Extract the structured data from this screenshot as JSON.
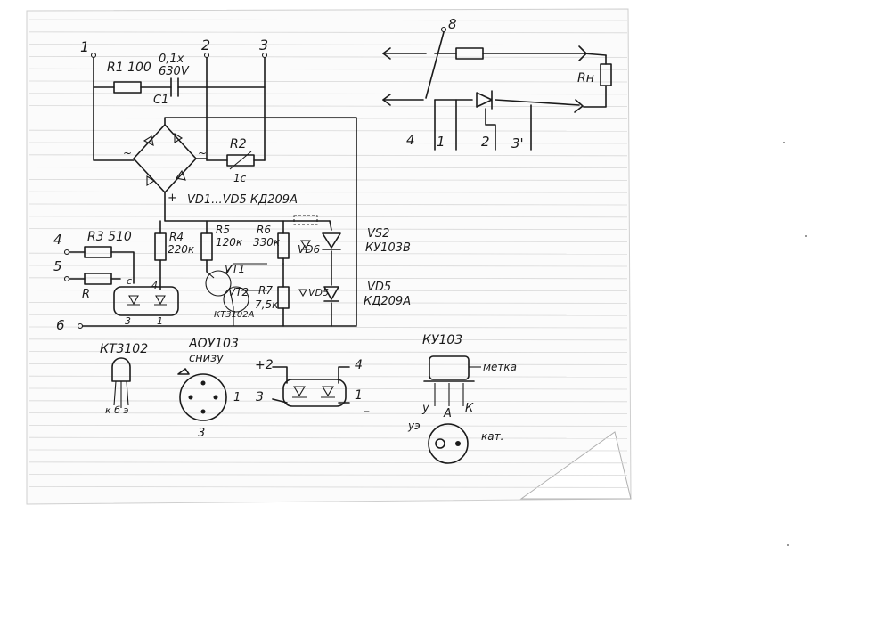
{
  "terminals": {
    "t1": "1",
    "t2": "2",
    "t3": "3",
    "t4": "4",
    "t5": "5",
    "t6": "6",
    "t8": "8"
  },
  "components": {
    "r1": "R1 100",
    "c1_value": "0,1x",
    "c1_voltage": "630V",
    "c1": "C1",
    "r2": "R2",
    "r2_value": "1с",
    "bridge_plus": "+",
    "bridge_ac_left": "~",
    "bridge_ac_right": "~",
    "vd_note": "VD1...VD5 КД209А",
    "r3": "R3 510",
    "r_lower": "R",
    "r4": "R4",
    "r4_value": "220к",
    "r5": "R5",
    "r5_value": "120к",
    "r6": "R6",
    "r6_value": "330к",
    "r7": "R7",
    "r7_value": "7,5к",
    "vd6": "VD6",
    "vd5_small": "VD5",
    "vt1": "VT1",
    "vt2": "VT2",
    "vt_type": "КТ3102А",
    "vs2": "VS2",
    "vs2_type": "КУ103В",
    "vd5": "VD5",
    "vd5_type": "КД209А",
    "opto_pin_c": "с",
    "opto_pin_4": "4",
    "opto_pin_3": "3",
    "opto_pin_1": "1"
  },
  "load_circuit": {
    "rh": "Rн",
    "bottom_labels": [
      "4",
      "1",
      "2",
      "3'"
    ]
  },
  "pinouts": {
    "kt3102": "КТ3102",
    "kt_pins": "к б э",
    "aou103": "АОУ103",
    "aou103_sub": "снизу",
    "aou_pin_1": "1",
    "aou_pin_3": "3",
    "opto_plus2": "+2",
    "opto_3": "3",
    "opto_4": "4",
    "opto_1": "1",
    "opto_minus": "–",
    "ku103": "КУ103",
    "ku_mark": "метка",
    "ku_pin_u": "у",
    "ku_pin_a": "А",
    "ku_pin_k": "К",
    "ku_uz": "уэ",
    "ku_kat": "кат."
  },
  "colors": {
    "ink": "#1b1b1b",
    "paper": "#ffffff",
    "rules": "#d8d8d8"
  }
}
